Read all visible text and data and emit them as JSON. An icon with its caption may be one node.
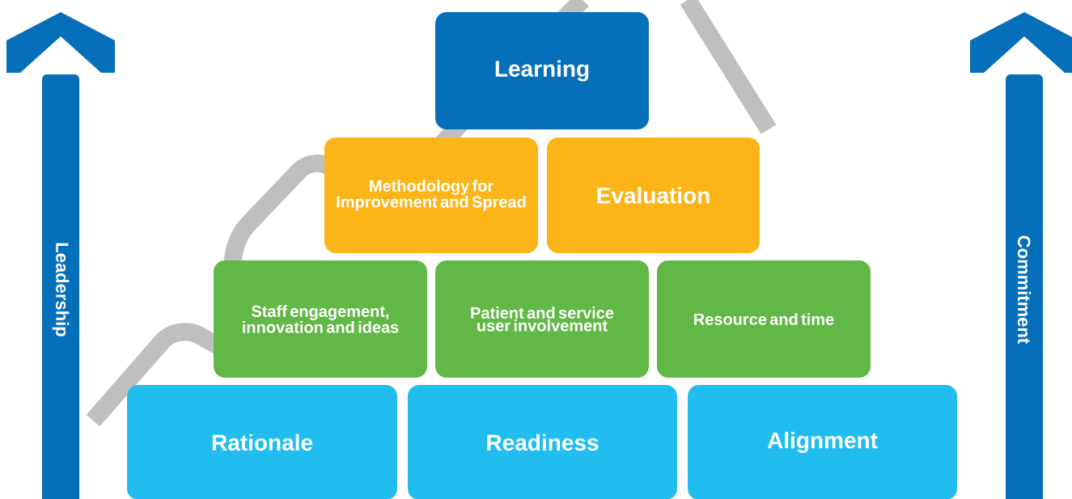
{
  "diagram": {
    "nodes": [
      {
        "text": [
          "Learning"
        ]
      },
      {
        "text": [
          "Methodology for Improvement and Spread"
        ]
      },
      {
        "text": [
          "Evaluation"
        ]
      },
      {
        "text": [
          "Staff engagement, innovation and ideas"
        ]
      },
      {
        "text": [
          "Patient and service user involvement"
        ]
      },
      {
        "text": [
          "Resource and time"
        ]
      },
      {
        "text": [
          "Rationale"
        ]
      },
      {
        "text": [
          "Readiness"
        ]
      },
      {
        "text": [
          "Alignment"
        ]
      },
      {
        "text": [
          "Leadership"
        ]
      },
      {
        "text": [
          "Commitment"
        ]
      }
    ]
  }
}
